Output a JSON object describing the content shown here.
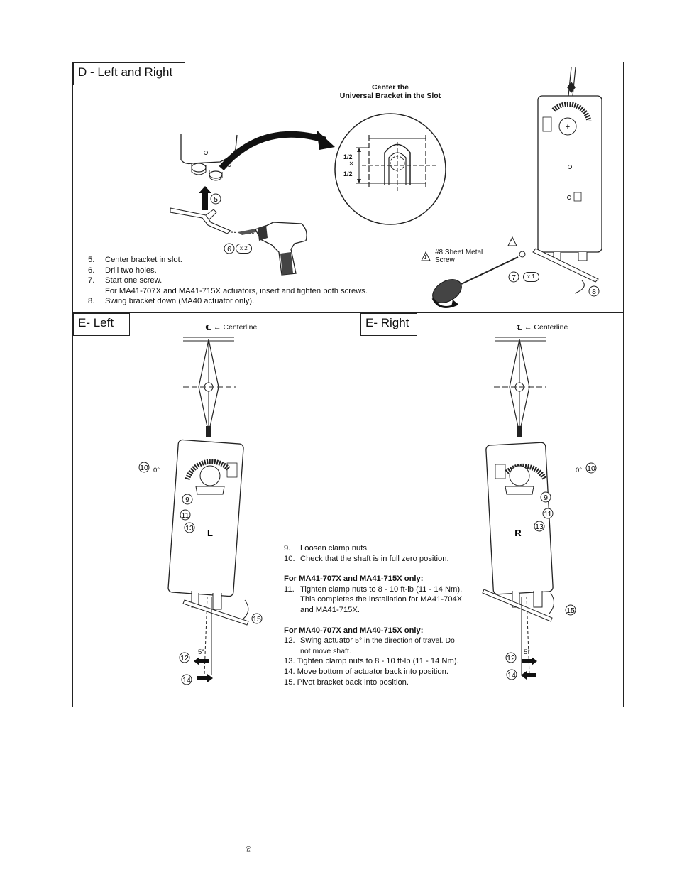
{
  "sections": {
    "d": {
      "title": "D - Left and Right",
      "caption_line1": "Center the",
      "caption_line2": "Universal Bracket in the Slot",
      "half_top": "1/2",
      "half_bottom": "1/2",
      "screw_note_num": "1",
      "screw_note_line1": "#8 Sheet Metal",
      "screw_note_line2": "Screw",
      "times2": "x 2",
      "times1": "x 1",
      "callouts": [
        "5",
        "6",
        "7",
        "8",
        "1"
      ],
      "steps": [
        {
          "num": "5.",
          "text": "Center bracket in slot."
        },
        {
          "num": "6.",
          "text": "Drill two holes."
        },
        {
          "num": "7.",
          "text": "Start one screw."
        },
        {
          "num": "",
          "text": "For MA41-707X and MA41-715X actuators, insert and tighten both screws."
        },
        {
          "num": "8.",
          "text": "Swing bracket down (MA40 actuator only)."
        }
      ]
    },
    "e_left": {
      "title": "E- Left",
      "centerline": "Centerline",
      "cl_symbol": "℄",
      "zero": "0°",
      "five": "5°",
      "letter": "L",
      "callouts": [
        "10",
        "9",
        "11",
        "13",
        "15",
        "12",
        "14"
      ]
    },
    "e_right": {
      "title": "E- Right",
      "centerline": "Centerline",
      "cl_symbol": "℄",
      "zero": "0°",
      "five": "5°",
      "letter": "R",
      "callouts": [
        "10",
        "9",
        "11",
        "13",
        "15",
        "12",
        "14"
      ]
    },
    "e_steps": {
      "s9_num": "9.",
      "s9": "Loosen clamp nuts.",
      "s10_num": "10.",
      "s10": "Check that the shaft is in full zero position.",
      "head_a": "For MA41-707X and MA41-715X only:",
      "s11_num": "11.",
      "s11_a": "Tighten clamp nuts to 8 - 10 ft-lb (11 - 14 Nm).",
      "s11_b": "This completes the installation for MA41-704X",
      "s11_c": "and MA41-715X.",
      "head_b": "For MA40-707X and MA40-715X only:",
      "s12_num": "12.",
      "s12_a": "Swing actuator ",
      "s12_b": "5° in the direction of travel. Do",
      "s12_c": "not move shaft.",
      "s13": "13. Tighten clamp nuts to 8 - 10 ft-lb (11 - 14 Nm).",
      "s14": "14.  Move bottom of actuator back into position.",
      "s15": "15.  Pivot bracket back into position."
    }
  },
  "footer": {
    "copyright": "©"
  }
}
